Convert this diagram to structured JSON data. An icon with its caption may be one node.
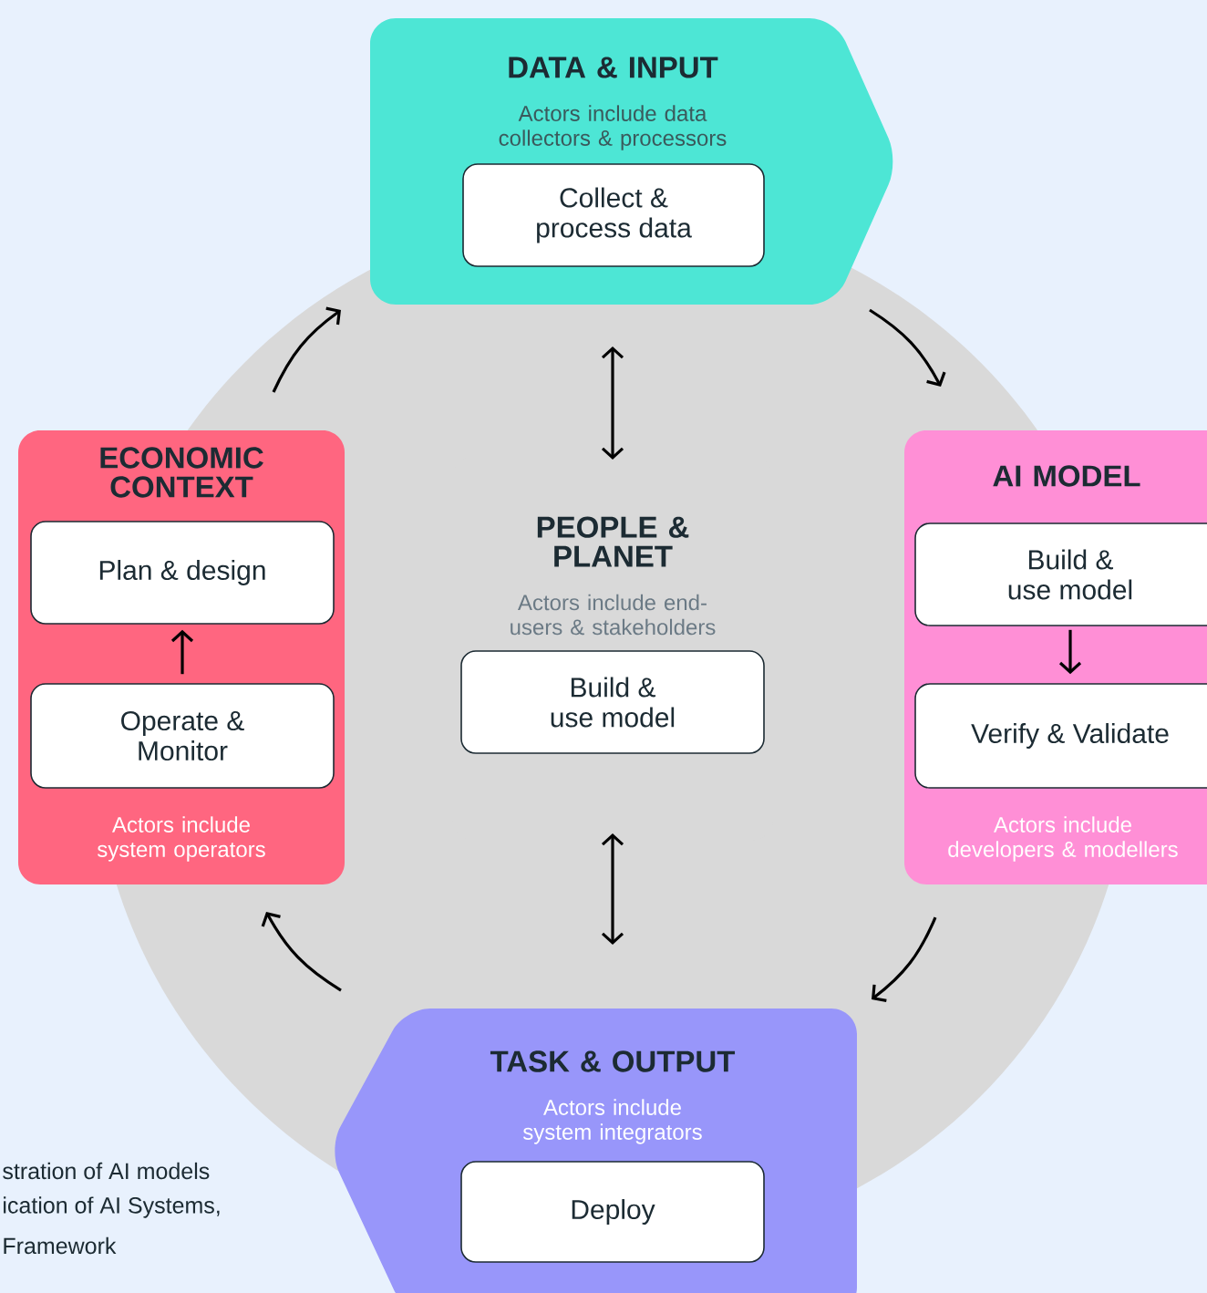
{
  "diagram": {
    "nodes": [
      {
        "text": [
          "DATA & INPUT",
          "Actors include data collectors & processors"
        ]
      },
      {
        "text": [
          "Collect & process data"
        ],
        "in": 0
      },
      {
        "text": [
          "ECONOMIC CONTEXT",
          "Actors include system operators"
        ]
      },
      {
        "text": [
          "Plan & design"
        ],
        "in": 2
      },
      {
        "text": [
          "Operate & Monitor"
        ],
        "in": 2
      },
      {
        "text": [
          "PEOPLE & PLANET",
          "Actors include end-users & stakeholders"
        ]
      },
      {
        "text": [
          "Build & use model"
        ],
        "in": 5
      },
      {
        "text": [
          "AI MODEL",
          "Actors include developers & modellers"
        ]
      },
      {
        "text": [
          "Build & use model"
        ],
        "in": 7
      },
      {
        "text": [
          "Verify & Validate"
        ],
        "in": 7
      },
      {
        "text": [
          "TASK & OUTPUT",
          "Actors include system integrators"
        ]
      },
      {
        "text": [
          "Deploy"
        ],
        "in": 10
      }
    ],
    "edges": [
      {
        "from": 2,
        "to": 0,
        "arrow": "to"
      },
      {
        "from": 0,
        "to": 7,
        "arrow": "to"
      },
      {
        "from": 7,
        "to": 10,
        "arrow": "to"
      },
      {
        "from": 10,
        "to": 2,
        "arrow": "to"
      },
      {
        "from": 0,
        "to": 5,
        "arrow": "both"
      },
      {
        "from": 5,
        "to": 10,
        "arrow": "both"
      },
      {
        "from": 8,
        "to": 9,
        "arrow": "to"
      },
      {
        "from": 4,
        "to": 3,
        "arrow": "to"
      }
    ],
    "labels": [
      "stration of AI models",
      "ication of AI Systems,",
      "Framework"
    ]
  }
}
